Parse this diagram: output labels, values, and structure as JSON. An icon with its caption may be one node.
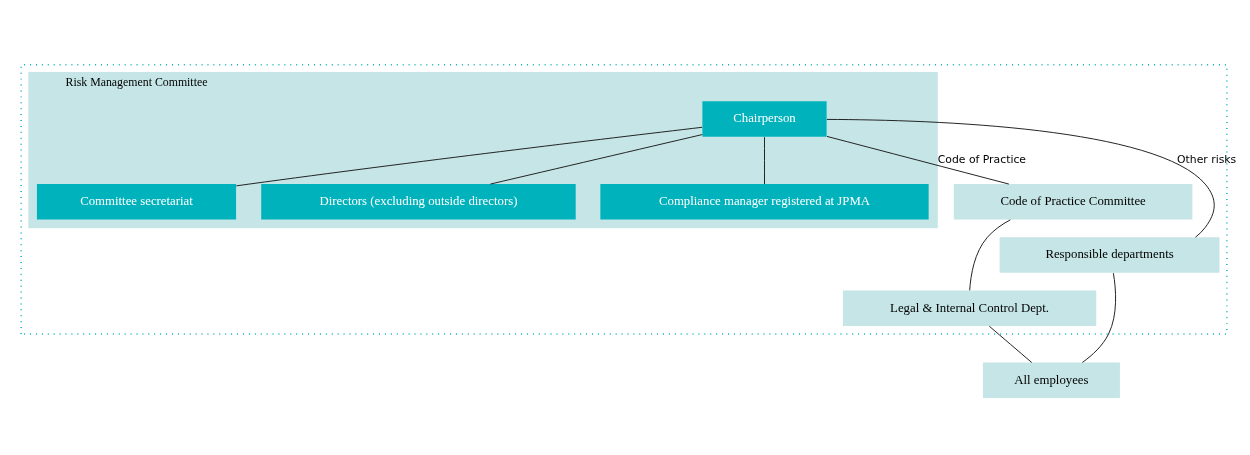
{
  "diagram": {
    "nodes": [
      {
        "text": [],
        "shape": "box"
      },
      {
        "text": [
          "Risk Management Committee"
        ],
        "in": 0
      },
      {
        "text": [
          "Chairperson"
        ],
        "in": 1
      },
      {
        "text": [
          "Committee secretariat"
        ],
        "in": 1
      },
      {
        "text": [
          "Directors (excluding outside directors)"
        ],
        "in": 1
      },
      {
        "text": [
          "Compliance manager registered at JPMA"
        ],
        "in": 1
      },
      {
        "text": [
          "Responsible departments"
        ],
        "in": 0
      },
      {
        "text": [
          "Code of Practice Committee"
        ],
        "in": 0
      },
      {
        "text": [
          "Legal & Internal Control Dept."
        ],
        "in": 0
      },
      {
        "text": [
          "All employees"
        ]
      }
    ],
    "edges": [
      {
        "from": 2,
        "to": 6,
        "arrow": "none",
        "label": "Other risks"
      },
      {
        "from": 2,
        "to": 7,
        "arrow": "none",
        "label": "Code of Practice"
      },
      {
        "from": 2,
        "to": 3,
        "arrow": "none"
      },
      {
        "from": 2,
        "to": 4,
        "arrow": "none"
      },
      {
        "from": 2,
        "to": 5,
        "arrow": "none"
      },
      {
        "from": 7,
        "to": 8,
        "arrow": "none"
      },
      {
        "from": 6,
        "to": 9,
        "arrow": "none"
      },
      {
        "from": 8,
        "to": 9,
        "arrow": "none"
      }
    ]
  }
}
